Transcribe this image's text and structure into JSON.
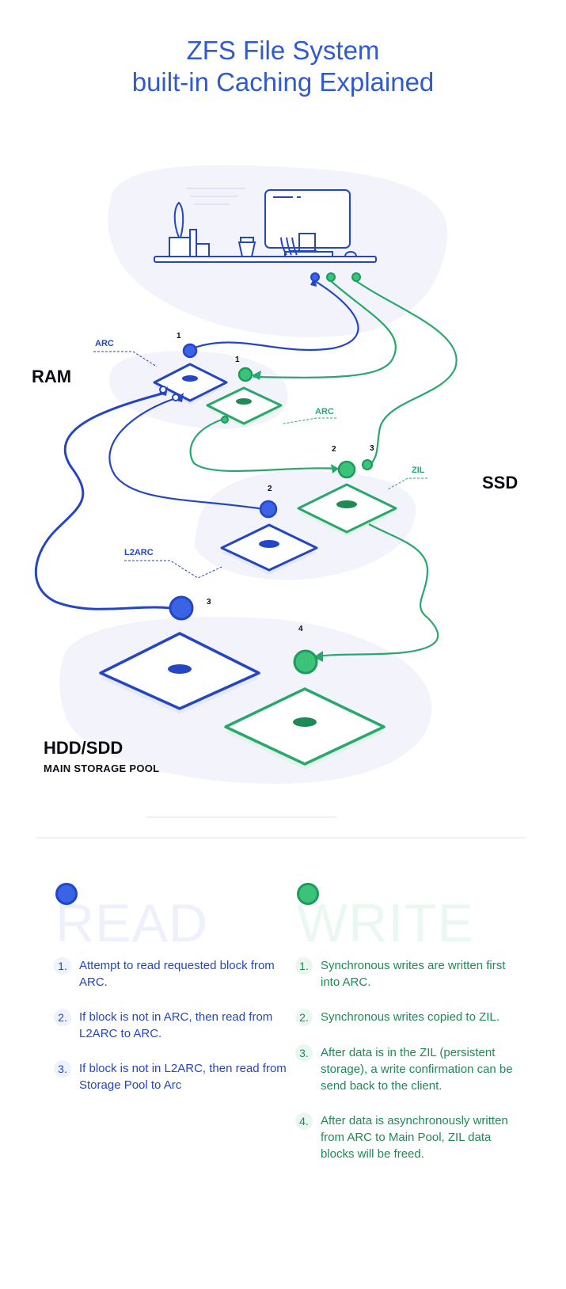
{
  "title": {
    "line1": "ZFS File System",
    "line2": "built-in Caching Explained"
  },
  "tiers": {
    "ram": "RAM",
    "ssd": "SSD",
    "hdd": "HDD/SDD",
    "hdd_sub": "MAIN STORAGE POOL"
  },
  "labels": {
    "arc_read": "ARC",
    "arc_write": "ARC",
    "zil": "ZIL",
    "l2arc": "L2ARC"
  },
  "markers": {
    "read_1": "1",
    "write_1": "1",
    "write_2": "2",
    "write_3": "3",
    "read_2": "2",
    "read_3": "3",
    "write_4": "4"
  },
  "colors": {
    "read": "#2546c4",
    "write": "#28a86b",
    "bg_blob": "#f3f4fb"
  },
  "read": {
    "heading": "READ",
    "steps": [
      {
        "n": "1.",
        "text": "Attempt to read requested block from ARC."
      },
      {
        "n": "2.",
        "text": "If block is not in ARC, then read from L2ARC to ARC."
      },
      {
        "n": "3.",
        "text": "If block is not in L2ARC, then read from Storage Pool to Arc"
      }
    ]
  },
  "write": {
    "heading": "WRITE",
    "steps": [
      {
        "n": "1.",
        "text": "Synchronous writes are written first into ARC."
      },
      {
        "n": "2.",
        "text": "Synchronous writes copied to ZIL."
      },
      {
        "n": "3.",
        "text": "After data is in the ZIL (persistent storage), a write confirmation  can be send back to the client."
      },
      {
        "n": "4.",
        "text": "After data is asynchronously written from ARC to Main Pool, ZIL data blocks will be freed."
      }
    ]
  }
}
